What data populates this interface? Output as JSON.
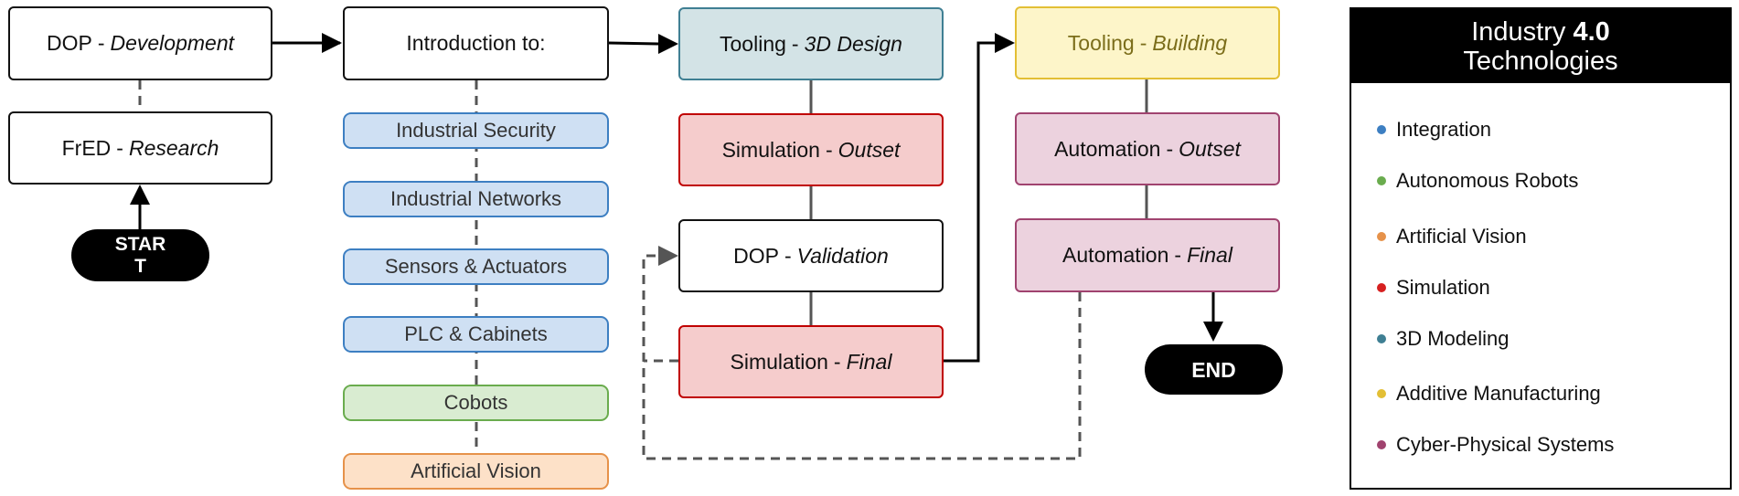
{
  "nodes": {
    "dop_dev": {
      "title": "DOP",
      "sep": "-",
      "sub": "Development"
    },
    "fred": {
      "title": "FrED",
      "sep": "-",
      "sub": "Research"
    },
    "intro": {
      "title": "Introduction to:"
    },
    "tool3d": {
      "title": "Tooling",
      "sep": "-",
      "sub": "3D Design"
    },
    "sim_outset": {
      "title": "Simulation",
      "sep": "-",
      "sub": "Outset"
    },
    "dop_val": {
      "title": "DOP",
      "sep": "-",
      "sub": "Validation"
    },
    "sim_final": {
      "title": "Simulation",
      "sep": "-",
      "sub": "Final"
    },
    "tool_build": {
      "title": "Tooling",
      "sep": "-",
      "sub": "Building"
    },
    "auto_outset": {
      "title": "Automation",
      "sep": "-",
      "sub": "Outset"
    },
    "auto_final": {
      "title": "Automation",
      "sep": "-",
      "sub": "Final"
    }
  },
  "intro_topics": [
    "Industrial Security",
    "Industrial Networks",
    "Sensors & Actuators",
    "PLC & Cabinets",
    "Cobots",
    "Artificial Vision"
  ],
  "start": {
    "line1": "STAR",
    "line2": "T"
  },
  "end": {
    "label": "END"
  },
  "legend": {
    "title_prefix": "Industry",
    "title_version": "4.0",
    "subtitle": "Technologies",
    "items": [
      {
        "label": "Integration",
        "color": "#3d7fc2"
      },
      {
        "label": "Autonomous Robots",
        "color": "#6aac4e"
      },
      {
        "label": "Artificial Vision",
        "color": "#e6924a"
      },
      {
        "label": "Simulation",
        "color": "#d62020"
      },
      {
        "label": "3D Modeling",
        "color": "#3f7f93"
      },
      {
        "label": "Additive Manufacturing",
        "color": "#e3bf35"
      },
      {
        "label": "Cyber-Physical Systems",
        "color": "#a0436f"
      }
    ]
  }
}
